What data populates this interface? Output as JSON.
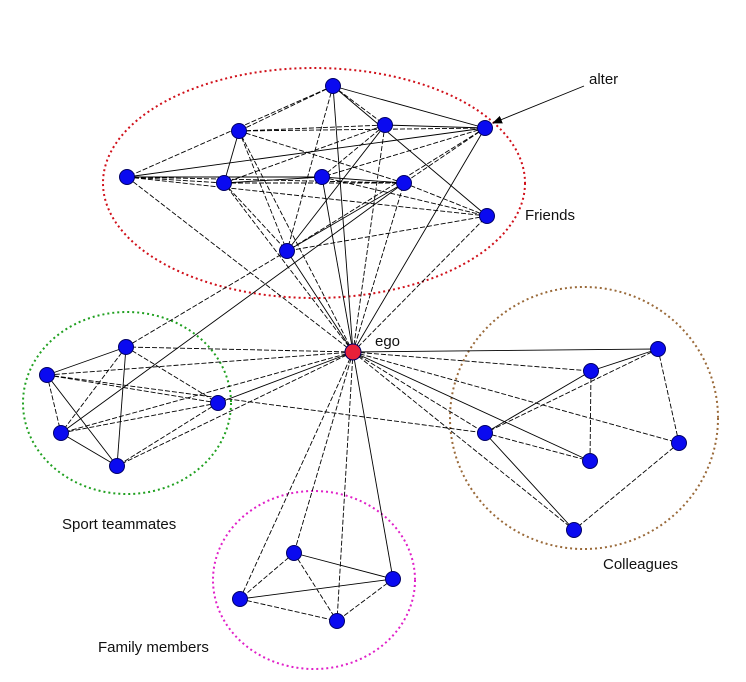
{
  "colors": {
    "node": "#0a0af0",
    "ego_node": "#e8203a",
    "edge": "#000000",
    "friends_circle": "#d0101a",
    "sport_circle": "#20a020",
    "family_circle": "#e020c8",
    "colleagues_circle": "#9a6a3a"
  },
  "labels": {
    "ego": "ego",
    "alter": "alter",
    "friends": "Friends",
    "sport": "Sport teammates",
    "family": "Family members",
    "colleagues": "Colleagues"
  },
  "groups": [
    "friends",
    "sport",
    "family",
    "colleagues"
  ],
  "nodes": [
    {
      "id": "ego",
      "group": "ego"
    },
    {
      "id": "f1",
      "group": "friends"
    },
    {
      "id": "f2",
      "group": "friends"
    },
    {
      "id": "f3",
      "group": "friends"
    },
    {
      "id": "f4",
      "group": "friends"
    },
    {
      "id": "f5",
      "group": "friends"
    },
    {
      "id": "f6",
      "group": "friends"
    },
    {
      "id": "f7",
      "group": "friends"
    },
    {
      "id": "f8",
      "group": "friends"
    },
    {
      "id": "f9",
      "group": "friends"
    },
    {
      "id": "f10",
      "group": "friends"
    },
    {
      "id": "s1",
      "group": "sport"
    },
    {
      "id": "s2",
      "group": "sport"
    },
    {
      "id": "s3",
      "group": "sport"
    },
    {
      "id": "s4",
      "group": "sport"
    },
    {
      "id": "s5",
      "group": "sport"
    },
    {
      "id": "m1",
      "group": "family"
    },
    {
      "id": "m2",
      "group": "family"
    },
    {
      "id": "m3",
      "group": "family"
    },
    {
      "id": "m4",
      "group": "family"
    },
    {
      "id": "c1",
      "group": "colleagues"
    },
    {
      "id": "c2",
      "group": "colleagues"
    },
    {
      "id": "c3",
      "group": "colleagues"
    },
    {
      "id": "c4",
      "group": "colleagues"
    },
    {
      "id": "c5",
      "group": "colleagues"
    },
    {
      "id": "c6",
      "group": "colleagues"
    }
  ],
  "edges": [
    [
      "ego",
      "f1"
    ],
    [
      "ego",
      "f2"
    ],
    [
      "ego",
      "f3"
    ],
    [
      "ego",
      "f4"
    ],
    [
      "ego",
      "f5"
    ],
    [
      "ego",
      "f6"
    ],
    [
      "ego",
      "f7"
    ],
    [
      "ego",
      "f8"
    ],
    [
      "ego",
      "f9"
    ],
    [
      "ego",
      "f10"
    ],
    [
      "f1",
      "f2"
    ],
    [
      "f1",
      "f3"
    ],
    [
      "f1",
      "f4"
    ],
    [
      "f1",
      "f5"
    ],
    [
      "f1",
      "f10"
    ],
    [
      "f1",
      "f9"
    ],
    [
      "f2",
      "f3"
    ],
    [
      "f2",
      "f4"
    ],
    [
      "f2",
      "f6"
    ],
    [
      "f2",
      "f8"
    ],
    [
      "f2",
      "f10"
    ],
    [
      "f3",
      "f4"
    ],
    [
      "f3",
      "f7"
    ],
    [
      "f3",
      "f6"
    ],
    [
      "f3",
      "f10"
    ],
    [
      "f4",
      "f7"
    ],
    [
      "f4",
      "f8"
    ],
    [
      "f4",
      "f5"
    ],
    [
      "f4",
      "f10"
    ],
    [
      "f5",
      "f6"
    ],
    [
      "f5",
      "f7"
    ],
    [
      "f5",
      "f8"
    ],
    [
      "f5",
      "f9"
    ],
    [
      "f6",
      "f7"
    ],
    [
      "f6",
      "f8"
    ],
    [
      "f6",
      "f10"
    ],
    [
      "f7",
      "f8"
    ],
    [
      "f7",
      "f9"
    ],
    [
      "f8",
      "f9"
    ],
    [
      "f8",
      "f10"
    ],
    [
      "f9",
      "f10"
    ],
    [
      "f10",
      "s1"
    ],
    [
      "f8",
      "s4"
    ],
    [
      "ego",
      "s1"
    ],
    [
      "ego",
      "s2"
    ],
    [
      "ego",
      "s3"
    ],
    [
      "ego",
      "s4"
    ],
    [
      "ego",
      "s5"
    ],
    [
      "s1",
      "s2"
    ],
    [
      "s1",
      "s3"
    ],
    [
      "s1",
      "s4"
    ],
    [
      "s1",
      "s5"
    ],
    [
      "s2",
      "s3"
    ],
    [
      "s2",
      "s4"
    ],
    [
      "s2",
      "s5"
    ],
    [
      "s3",
      "s4"
    ],
    [
      "s3",
      "s5"
    ],
    [
      "s4",
      "s5"
    ],
    [
      "s2",
      "c3"
    ],
    [
      "ego",
      "m1"
    ],
    [
      "ego",
      "m2"
    ],
    [
      "ego",
      "m3"
    ],
    [
      "ego",
      "m4"
    ],
    [
      "m1",
      "m2"
    ],
    [
      "m1",
      "m3"
    ],
    [
      "m1",
      "m4"
    ],
    [
      "m2",
      "m3"
    ],
    [
      "m2",
      "m4"
    ],
    [
      "m3",
      "m4"
    ],
    [
      "ego",
      "c1"
    ],
    [
      "ego",
      "c2"
    ],
    [
      "ego",
      "c3"
    ],
    [
      "ego",
      "c4"
    ],
    [
      "ego",
      "c5"
    ],
    [
      "ego",
      "c6"
    ],
    [
      "c1",
      "c2"
    ],
    [
      "c1",
      "c3"
    ],
    [
      "c1",
      "c5"
    ],
    [
      "c2",
      "c3"
    ],
    [
      "c2",
      "c4"
    ],
    [
      "c3",
      "c4"
    ],
    [
      "c3",
      "c6"
    ],
    [
      "c5",
      "c6"
    ]
  ]
}
